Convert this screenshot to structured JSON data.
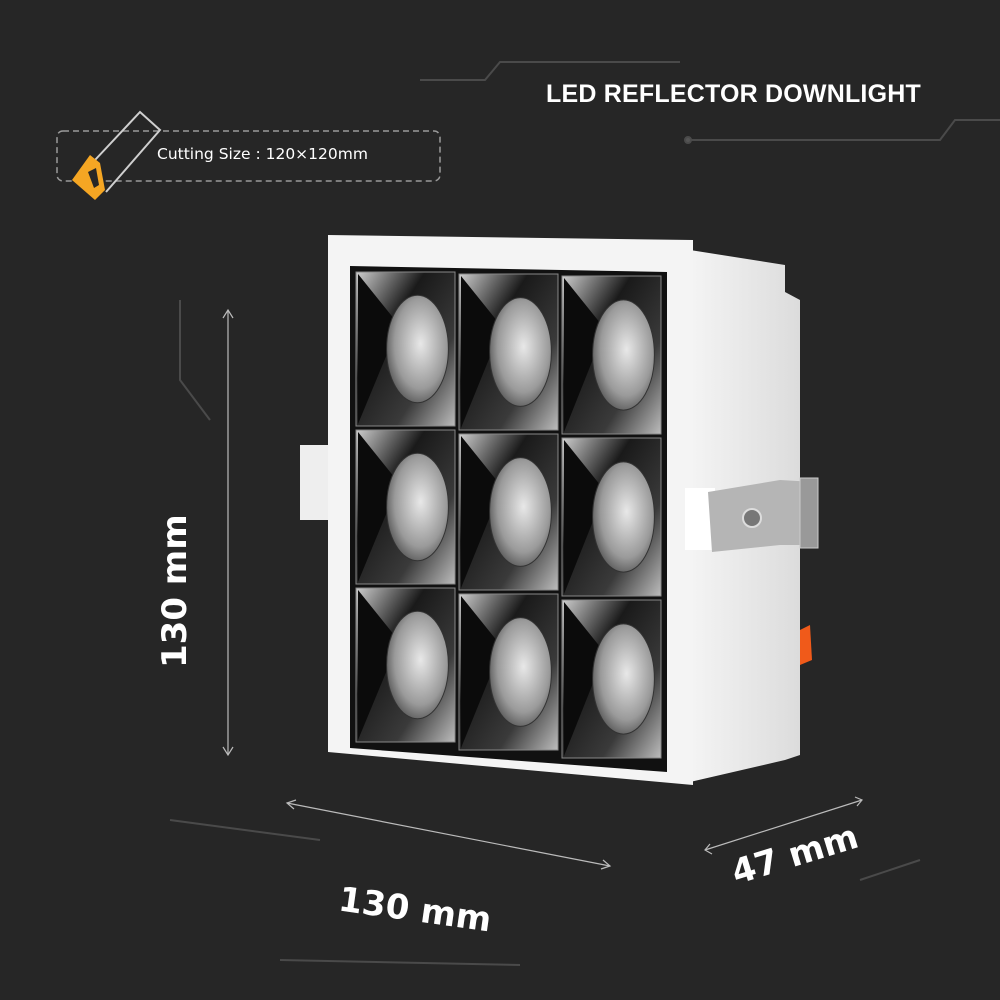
{
  "header": {
    "title": "LED REFLECTOR DOWNLIGHT"
  },
  "cutting": {
    "label": "Cutting Size : 120×120mm",
    "icon": "saw-icon",
    "accent": "#f5a623"
  },
  "dimensions": {
    "height": "130 mm",
    "width": "130 mm",
    "depth": "47 mm"
  },
  "product": {
    "rows": 3,
    "cols": 3,
    "frame_color": "#f2f2f2",
    "reflector_color": "#111111"
  }
}
